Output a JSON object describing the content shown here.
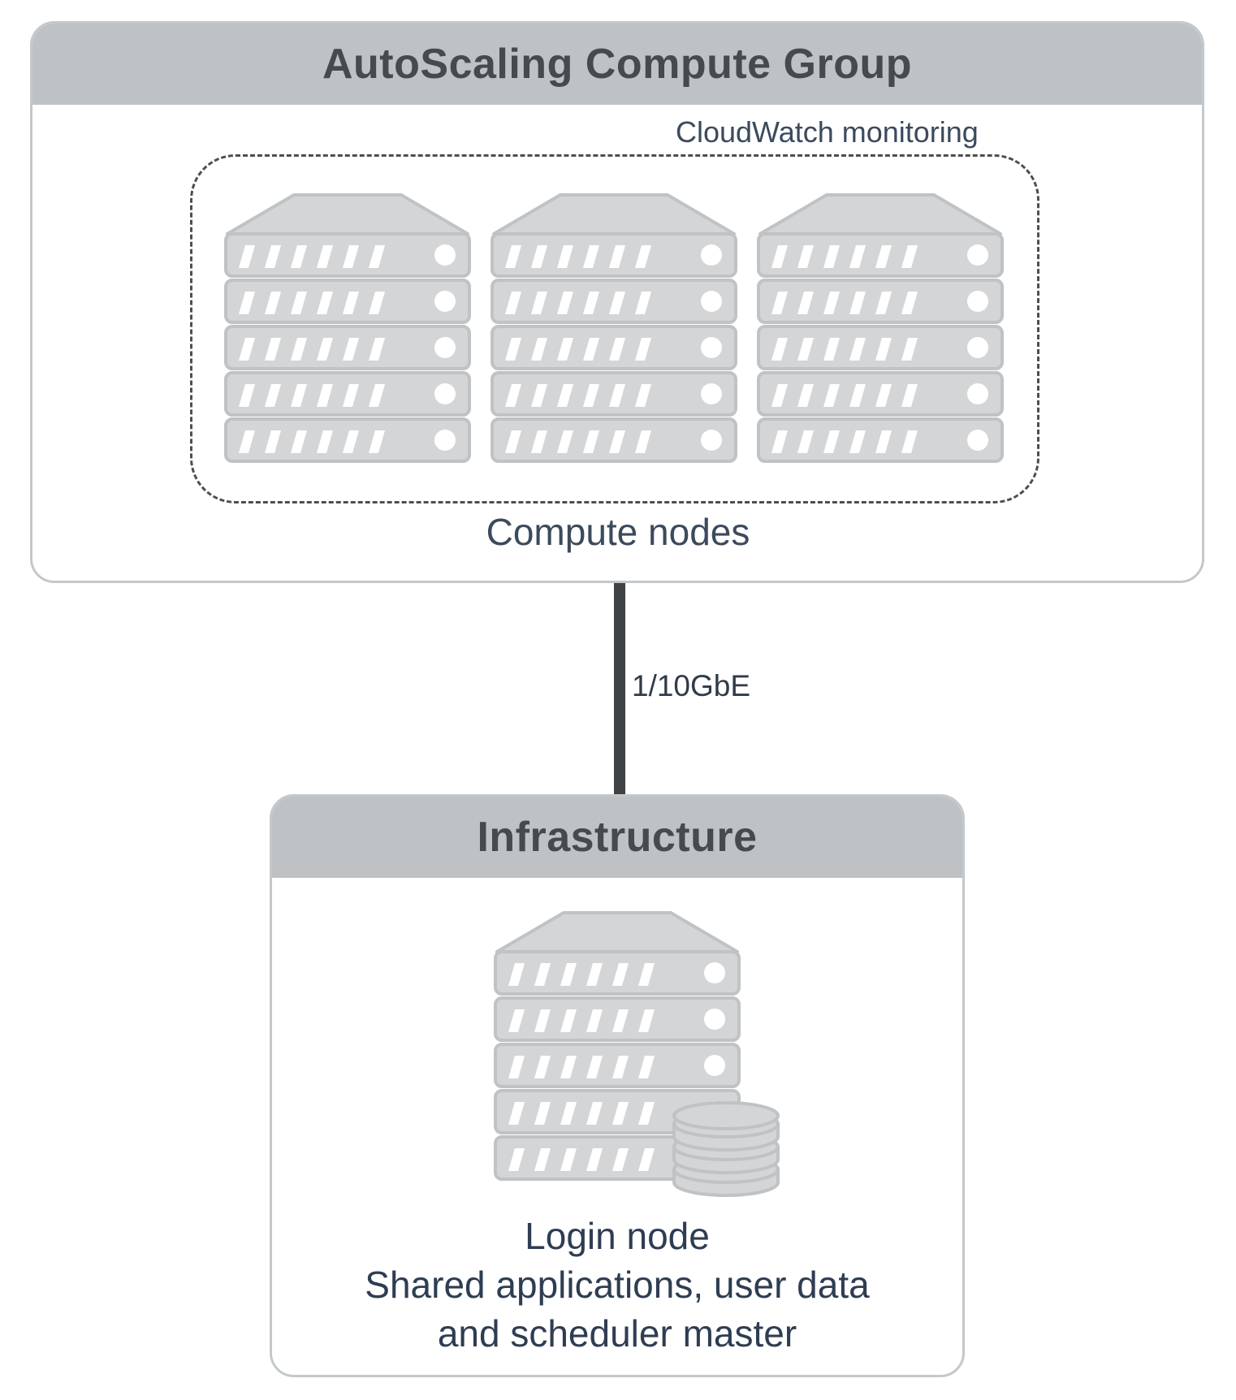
{
  "asg_group": {
    "title": "AutoScaling Compute Group",
    "monitoring_label": "CloudWatch monitoring",
    "nodes_caption": "Compute nodes",
    "icons": [
      "server-icon",
      "server-icon",
      "server-icon"
    ]
  },
  "link": {
    "label": "1/10GbE"
  },
  "infra_group": {
    "title": "Infrastructure",
    "icons": [
      "server-icon",
      "database-icon"
    ],
    "caption_lines": [
      "Login node",
      "Shared applications, user data",
      "and scheduler master"
    ]
  },
  "colors": {
    "header_fill": "#bec2c5",
    "border": "#c3c8cc",
    "server_fill": "#d3d5d7",
    "server_stroke": "#bfc3c6",
    "text": "#3c4a5c",
    "line": "#3f4346"
  }
}
